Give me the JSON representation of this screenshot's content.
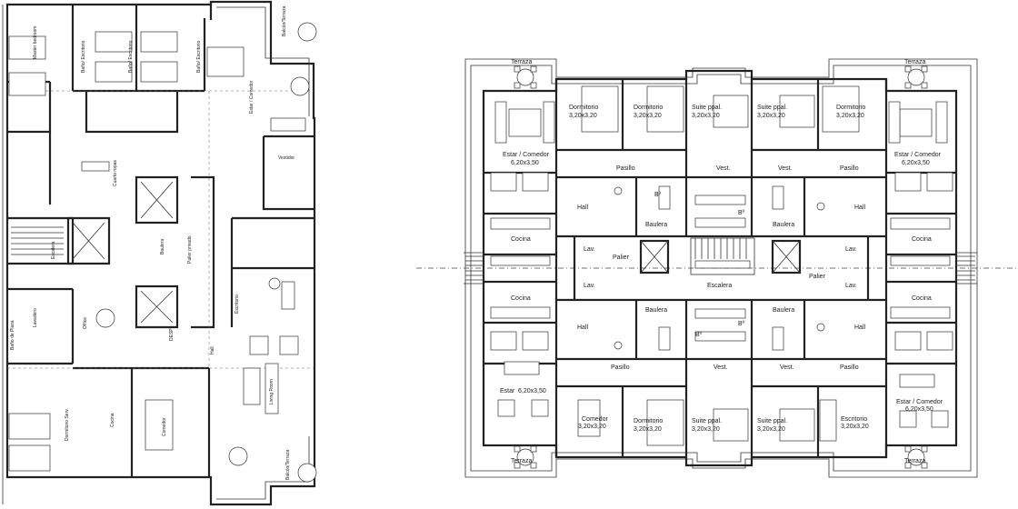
{
  "plan_left": {
    "labels": [
      "Master bedroom",
      "Baño/ Escritorio",
      "Baño/ Escritorio",
      "Baño/ Escritorio",
      "Balcón/Terraza",
      "Estar / Comedor",
      "Vestidor",
      "Cuarto ropas",
      "Palier privado",
      "Baulera",
      "Escalera",
      "Escritorio",
      "Lavadero",
      "Dormitorio Serv.",
      "Baño de Plaza",
      "Office",
      "DESP",
      "Hall",
      "Cocina",
      "Comedor",
      "Living Room",
      "Balcón/Terraza"
    ]
  },
  "plan_right": {
    "top": {
      "terraza_left": "Terraza",
      "terraza_right": "Terraza",
      "estar_left": {
        "name": "Estar / Comedor",
        "size": "6,20x3,50"
      },
      "estar_right": {
        "name": "Estar / Comedor",
        "size": "6,20x3,50"
      },
      "dorm_left": {
        "name": "Dormitorio",
        "size": "3,20x3,20"
      },
      "dorm_left2": {
        "name": "Dormitorio",
        "size": "3,20x3,20"
      },
      "suite_left": {
        "name": "Suite ppal.",
        "size": "3,20x3,20"
      },
      "suite_right": {
        "name": "Suite ppal.",
        "size": "3,20x3,20"
      },
      "dorm_right": {
        "name": "Dormitorio",
        "size": "3,20x3,20"
      },
      "pasillo_l": "Pasillo",
      "pasillo_r": "Pasillo",
      "vest_l": "Vest.",
      "vest_r": "Vest.",
      "hall_l": "Hall",
      "hall_r": "Hall",
      "baulera_l": "Baulera",
      "baulera_r": "Baulera",
      "bano_l": "Bº",
      "bano_r": "Bº",
      "cocina_l": "Cocina",
      "cocina_r": "Cocina",
      "lav_l": "Lav."
    },
    "core": {
      "palier_l": "Palier",
      "palier_r": "Palier",
      "escalera": "Escalera",
      "lav_r": "Lav."
    },
    "bottom": {
      "terraza_left": "Terraza",
      "terraza_right": "Terraza",
      "estar": {
        "name": "Estar",
        "size": "6,20x3,50"
      },
      "estar_right": {
        "name": "Estar / Comedor",
        "size": "6,20x3,50"
      },
      "comedor": {
        "name": "Comedor",
        "size": "3,20x3,20"
      },
      "dorm": {
        "name": "Dormitorio",
        "size": "3,20x3,20"
      },
      "suite_left": {
        "name": "Suite ppal.",
        "size": "3,20x3,20"
      },
      "suite_right": {
        "name": "Suite ppal.",
        "size": "3,20x3,20"
      },
      "escritorio": {
        "name": "Escritorio",
        "size": "3,20x3,20"
      },
      "pasillo_l": "Pasillo",
      "pasillo_r": "Pasillo",
      "vest_l": "Vest.",
      "vest_r": "Vest.",
      "hall_l": "Hall",
      "hall_r": "Hall",
      "baulera_l": "Baulera",
      "baulera_r": "Baulera",
      "bano_l": "Bº",
      "bano_r": "Bº",
      "cocina_l": "Cocina",
      "cocina_r": "Cocina",
      "lav_l": "Lav.",
      "lav_r": "Lav."
    }
  }
}
